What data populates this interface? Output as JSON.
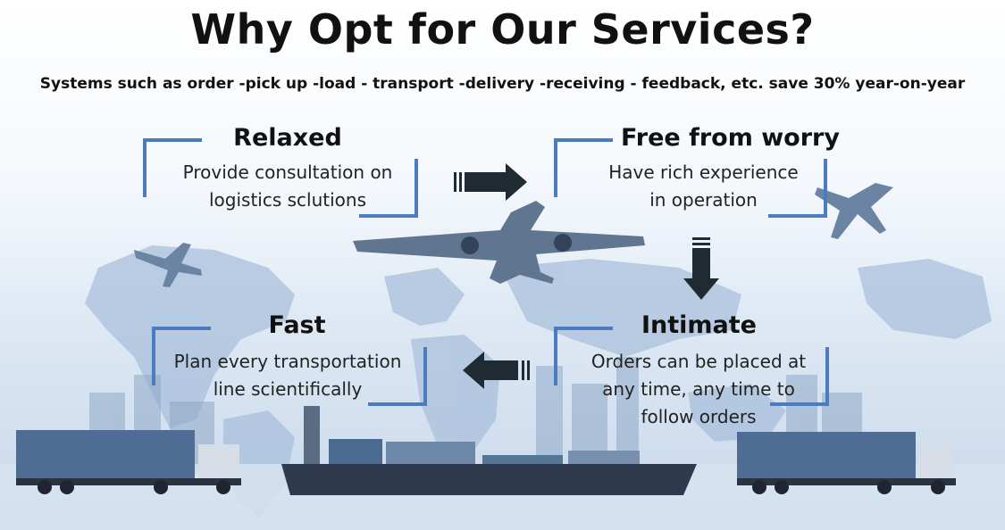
{
  "header": {
    "title": "Why Opt for Our Services?",
    "subtitle": "Systems such as order -pick up -load - transport -delivery -receiving - feedback, etc. save 30% year-on-year"
  },
  "cards": {
    "relaxed": {
      "heading": "Relaxed",
      "line1": "Provide consultation on",
      "line2": "logistics sclutions"
    },
    "free": {
      "heading": "Free from worry",
      "line1": "Have rich experience",
      "line2": "in operation"
    },
    "intimate": {
      "heading": "Intimate",
      "line1": "Orders can be placed at",
      "line2": "any time, any time to",
      "line3": "follow orders"
    },
    "fast": {
      "heading": "Fast",
      "line1": "Plan every transportation",
      "line2": "line scientifically"
    }
  },
  "colors": {
    "bracket": "#4a7cbf",
    "arrow": "#1f2a33",
    "map": "#9db6d6"
  },
  "icons": [
    "airplane-icon",
    "cargo-ship-icon",
    "container-truck-icon",
    "arrow-right-icon",
    "arrow-down-icon",
    "arrow-left-icon"
  ]
}
